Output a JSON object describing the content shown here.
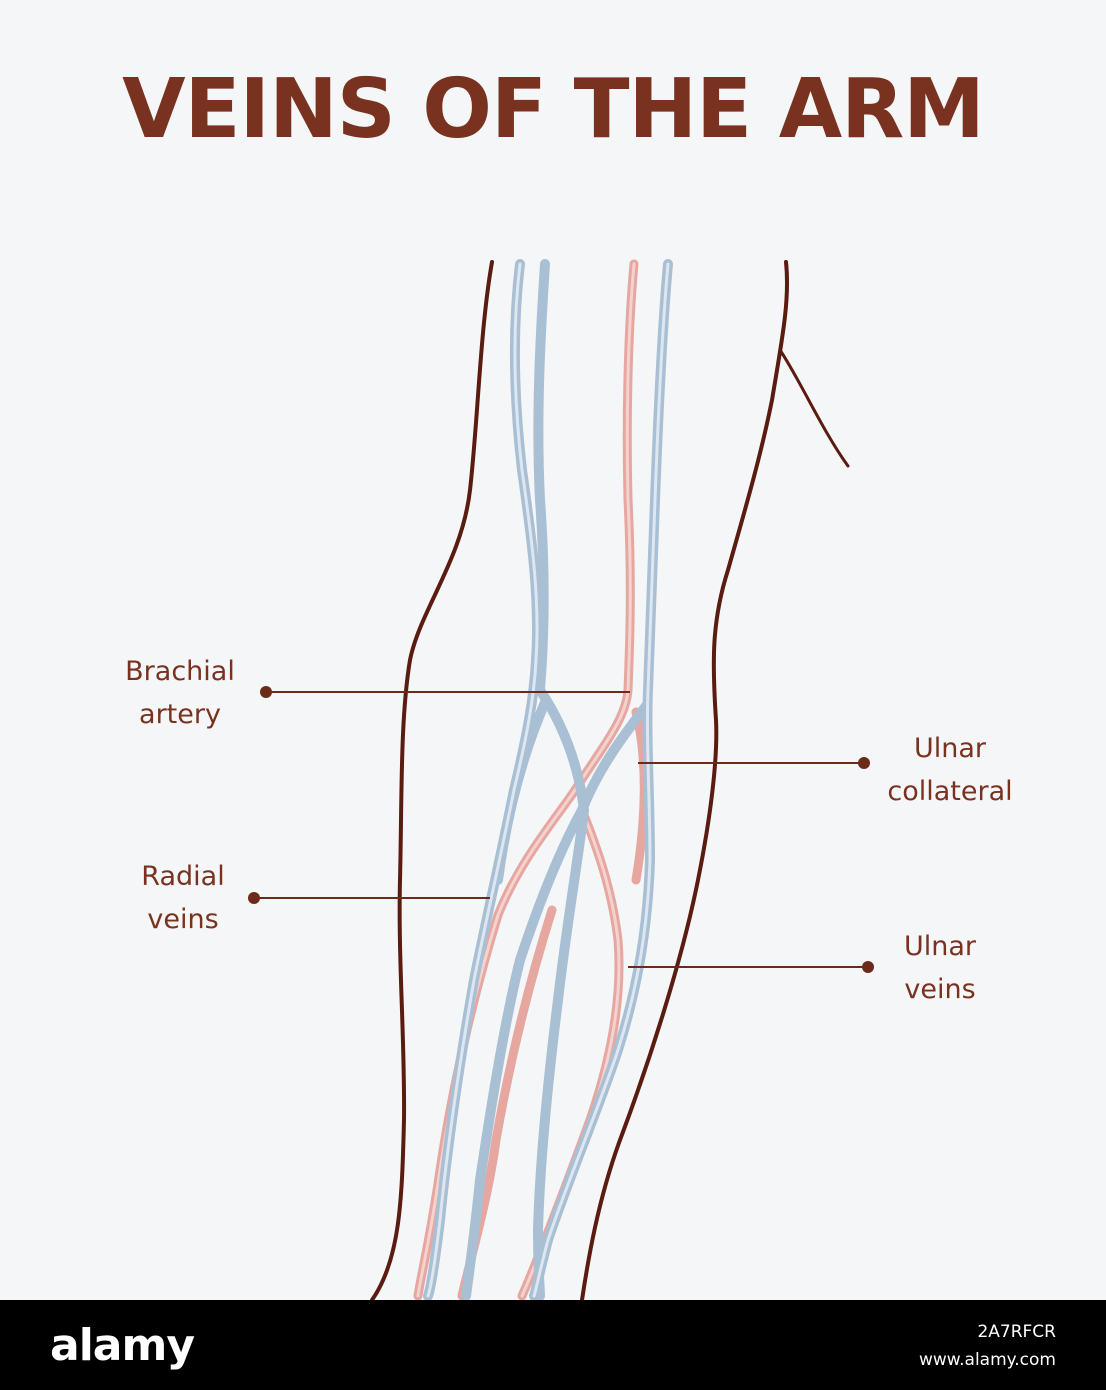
{
  "title": "VEINS OF THE ARM",
  "labels": {
    "brachial_artery": [
      "Brachial",
      "artery"
    ],
    "radial_veins": [
      "Radial",
      "veins"
    ],
    "ulnar_collateral": [
      "Ulnar",
      "collateral"
    ],
    "ulnar_veins": [
      "Ulnar",
      "veins"
    ]
  },
  "colors": {
    "outline": "#5a1c10",
    "label_text": "#7a3220",
    "vein": "#a9bfd4",
    "artery": "#e6a7a1"
  },
  "footer": {
    "brand": "alamy",
    "image_id": "2A7RFCR",
    "url": "www.alamy.com"
  }
}
